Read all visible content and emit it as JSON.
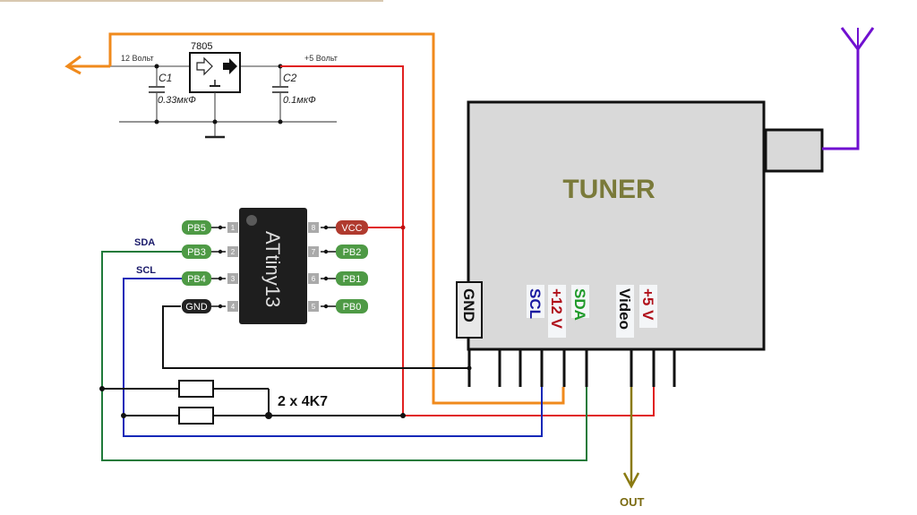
{
  "regulator": {
    "part": "7805",
    "input_label": "12 Вольт",
    "output_label": "+5 Вольт",
    "c1": {
      "name": "C1",
      "value": "0.33мкФ"
    },
    "c2": {
      "name": "C2",
      "value": "0.1мкФ"
    }
  },
  "mcu": {
    "name": "ATtiny13",
    "left_pins": [
      {
        "num": "1",
        "label": "PB5",
        "color": "#4e9a45"
      },
      {
        "num": "2",
        "label": "PB3",
        "color": "#4e9a45"
      },
      {
        "num": "3",
        "label": "PB4",
        "color": "#4e9a45"
      },
      {
        "num": "4",
        "label": "GND",
        "color": "#222222"
      }
    ],
    "right_pins": [
      {
        "num": "8",
        "label": "VCC",
        "color": "#b03a2e"
      },
      {
        "num": "7",
        "label": "PB2",
        "color": "#4e9a45"
      },
      {
        "num": "6",
        "label": "PB1",
        "color": "#4e9a45"
      },
      {
        "num": "5",
        "label": "PB0",
        "color": "#4e9a45"
      }
    ]
  },
  "bus_labels": {
    "sda": "SDA",
    "scl": "SCL"
  },
  "resistors": {
    "label": "2 x 4K7"
  },
  "tuner": {
    "title": "TUNER",
    "pin_labels": [
      {
        "text": "GND",
        "color": "#111111"
      },
      {
        "text": "SCL",
        "color": "#1a1aa0"
      },
      {
        "text": "+12 V",
        "color": "#b0101a"
      },
      {
        "text": "SDA",
        "color": "#1f9a2a"
      },
      {
        "text": "Video",
        "color": "#111111"
      },
      {
        "text": "+5 V",
        "color": "#b0101a"
      }
    ]
  },
  "output_label": "OUT",
  "colors": {
    "v12": "#f08a1c",
    "v5": "#e02020",
    "sda": "#1f7a3a",
    "scl": "#1428b8",
    "gnd": "#111111",
    "video": "#8a7a10",
    "antenna": "#7010d0",
    "tuner_fill": "#d9d9d9",
    "tuner_title": "#7a7a3a"
  }
}
